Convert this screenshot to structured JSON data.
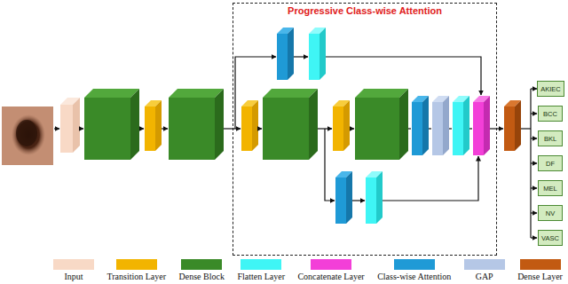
{
  "diagram": {
    "nodes": [
      {
        "text": [
          "Progressive Class-wise Attention"
        ]
      },
      {
        "text": [
          "AKIEC"
        ]
      },
      {
        "text": [
          "BCC"
        ]
      },
      {
        "text": [
          "BKL"
        ]
      },
      {
        "text": [
          "DF"
        ]
      },
      {
        "text": [
          "MEL"
        ]
      },
      {
        "text": [
          "NV"
        ]
      },
      {
        "text": [
          "VASC"
        ]
      }
    ],
    "legend": [
      {
        "text": "Input",
        "color": "#f8d9c6"
      },
      {
        "text": "Transition Layer",
        "color": "#f2b400"
      },
      {
        "text": "Dense Block",
        "color": "#3a8a28"
      },
      {
        "text": "Flatten Layer",
        "color": "#3ff5f5"
      },
      {
        "text": "Concatenate Layer",
        "color": "#f33fd8"
      },
      {
        "text": "Class-wise Attention",
        "color": "#1f9ad6"
      },
      {
        "text": "GAP",
        "color": "#b5c7e6"
      },
      {
        "text": "Dense Layer",
        "color": "#c25a12"
      }
    ]
  }
}
